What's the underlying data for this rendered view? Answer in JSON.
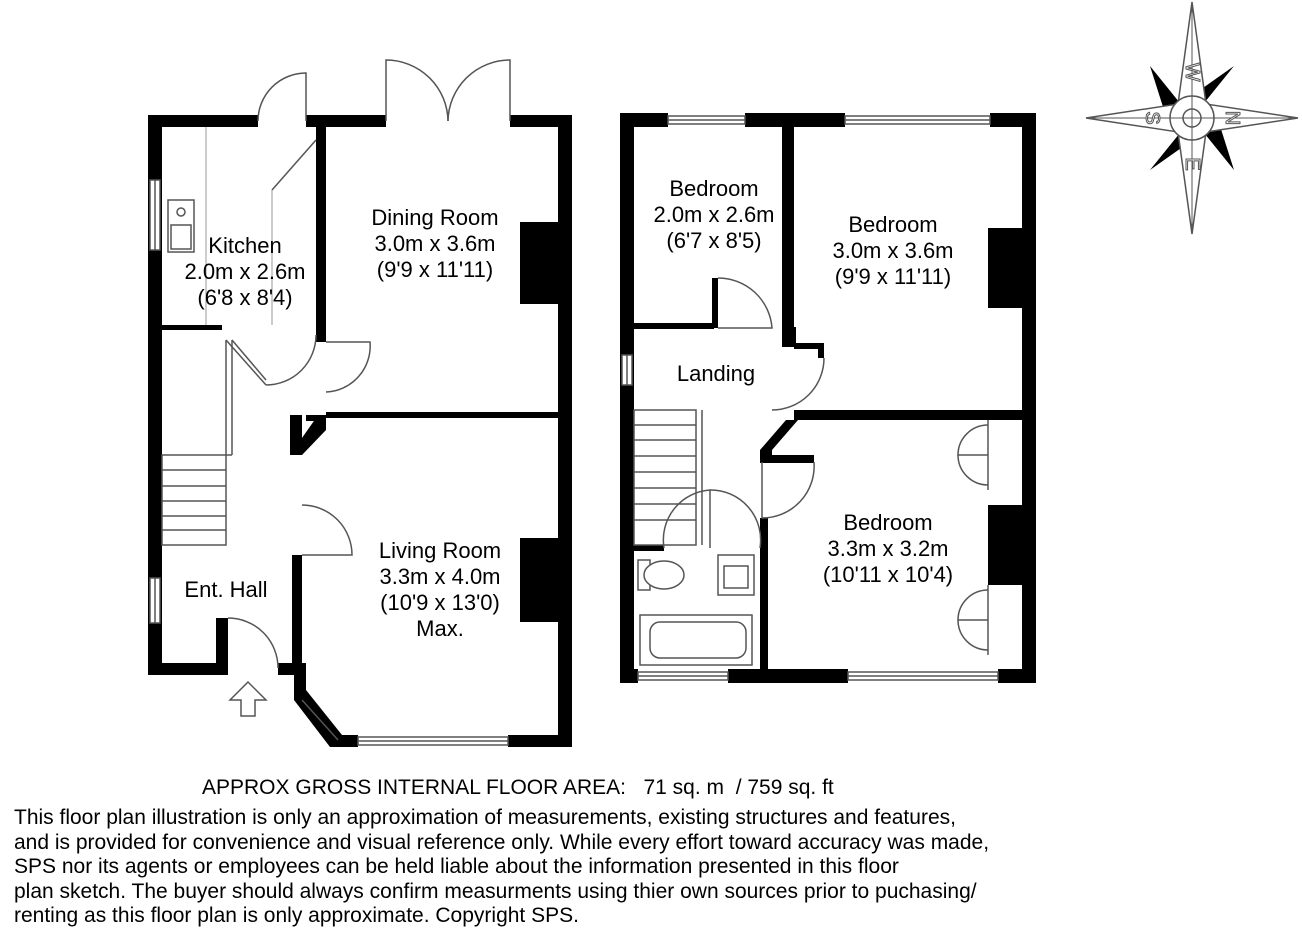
{
  "rooms": {
    "kitchen": {
      "name": "Kitchen",
      "metric": "2.0m x 2.6m",
      "imperial": "(6'8 x 8'4)"
    },
    "dining": {
      "name": "Dining Room",
      "metric": "3.0m x 3.6m",
      "imperial": "(9'9 x 11'11)"
    },
    "living": {
      "name": "Living Room",
      "metric": "3.3m x 4.0m",
      "imperial": "(10'9 x 13'0)",
      "note": "Max."
    },
    "hall": {
      "name": "Ent. Hall"
    },
    "bedroom1": {
      "name": "Bedroom",
      "metric": "2.0m x 2.6m",
      "imperial": "(6'7 x 8'5)"
    },
    "bedroom2": {
      "name": "Bedroom",
      "metric": "3.0m x 3.6m",
      "imperial": "(9'9 x 11'11)"
    },
    "bedroom3": {
      "name": "Bedroom",
      "metric": "3.3m x 3.2m",
      "imperial": "(10'11 x 10'4)"
    },
    "landing": {
      "name": "Landing"
    }
  },
  "compass": {
    "labels": [
      "W",
      "N",
      "E",
      "S"
    ]
  },
  "footer": {
    "area": "APPROX GROSS INTERNAL FLOOR AREA:   71 sq. m  / 759 sq. ft",
    "disclaimer": [
      "This floor plan illustration is only an approximation of measurements, existing structures and features,",
      "and is provided for convenience and visual reference only. While every effort toward accuracy was made,",
      "SPS nor its agents or employees can be held liable about the information presented in this floor",
      "plan sketch. The buyer should always confirm measurments using thier own sources prior to puchasing/",
      "renting as this floor plan is only approximate. Copyright SPS."
    ]
  },
  "colors": {
    "wall": "#000000",
    "line": "#555555",
    "background": "#ffffff"
  }
}
